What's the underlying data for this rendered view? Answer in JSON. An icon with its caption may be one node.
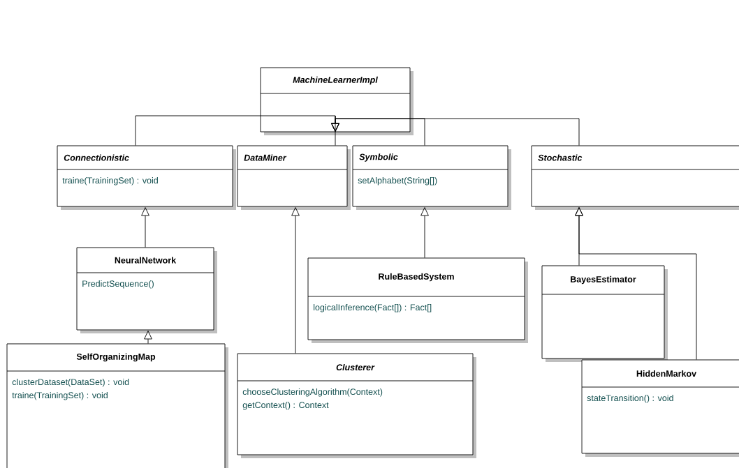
{
  "diagram": {
    "nodes": [
      {
        "text": [
          "MachineLearnerImpl"
        ]
      },
      {
        "text": [
          "Connectionistic",
          "traine(TrainingSet) : void"
        ]
      },
      {
        "text": [
          "DataMiner"
        ]
      },
      {
        "text": [
          "Symbolic",
          "setAlphabet(String[])"
        ]
      },
      {
        "text": [
          "Stochastic"
        ]
      },
      {
        "text": [
          "NeuralNetwork",
          "PredictSequence()"
        ]
      },
      {
        "text": [
          "RuleBasedSystem",
          "logicalInference(Fact[]) : Fact[]"
        ]
      },
      {
        "text": [
          "BayesEstimator"
        ]
      },
      {
        "text": [
          "SelfOrganizingMap",
          "clusterDataset(DataSet) : void",
          "traine(TrainingSet) : void"
        ]
      },
      {
        "text": [
          "Clusterer",
          "chooseClusteringAlgorithm(Context)",
          "getContext() : Context"
        ]
      },
      {
        "text": [
          "HiddenMarkov",
          "stateTransition() : void"
        ]
      }
    ],
    "edges": [
      {
        "from": 1,
        "to": 0,
        "arrow": "to"
      },
      {
        "from": 2,
        "to": 0,
        "arrow": "to"
      },
      {
        "from": 3,
        "to": 0,
        "arrow": "to"
      },
      {
        "from": 4,
        "to": 0,
        "arrow": "to"
      },
      {
        "from": 5,
        "to": 1,
        "arrow": "to"
      },
      {
        "from": 8,
        "to": 5,
        "arrow": "to"
      },
      {
        "from": 9,
        "to": 2,
        "arrow": "to"
      },
      {
        "from": 6,
        "to": 3,
        "arrow": "to"
      },
      {
        "from": 7,
        "to": 4,
        "arrow": "to"
      },
      {
        "from": 10,
        "to": 4,
        "arrow": "to"
      }
    ]
  }
}
